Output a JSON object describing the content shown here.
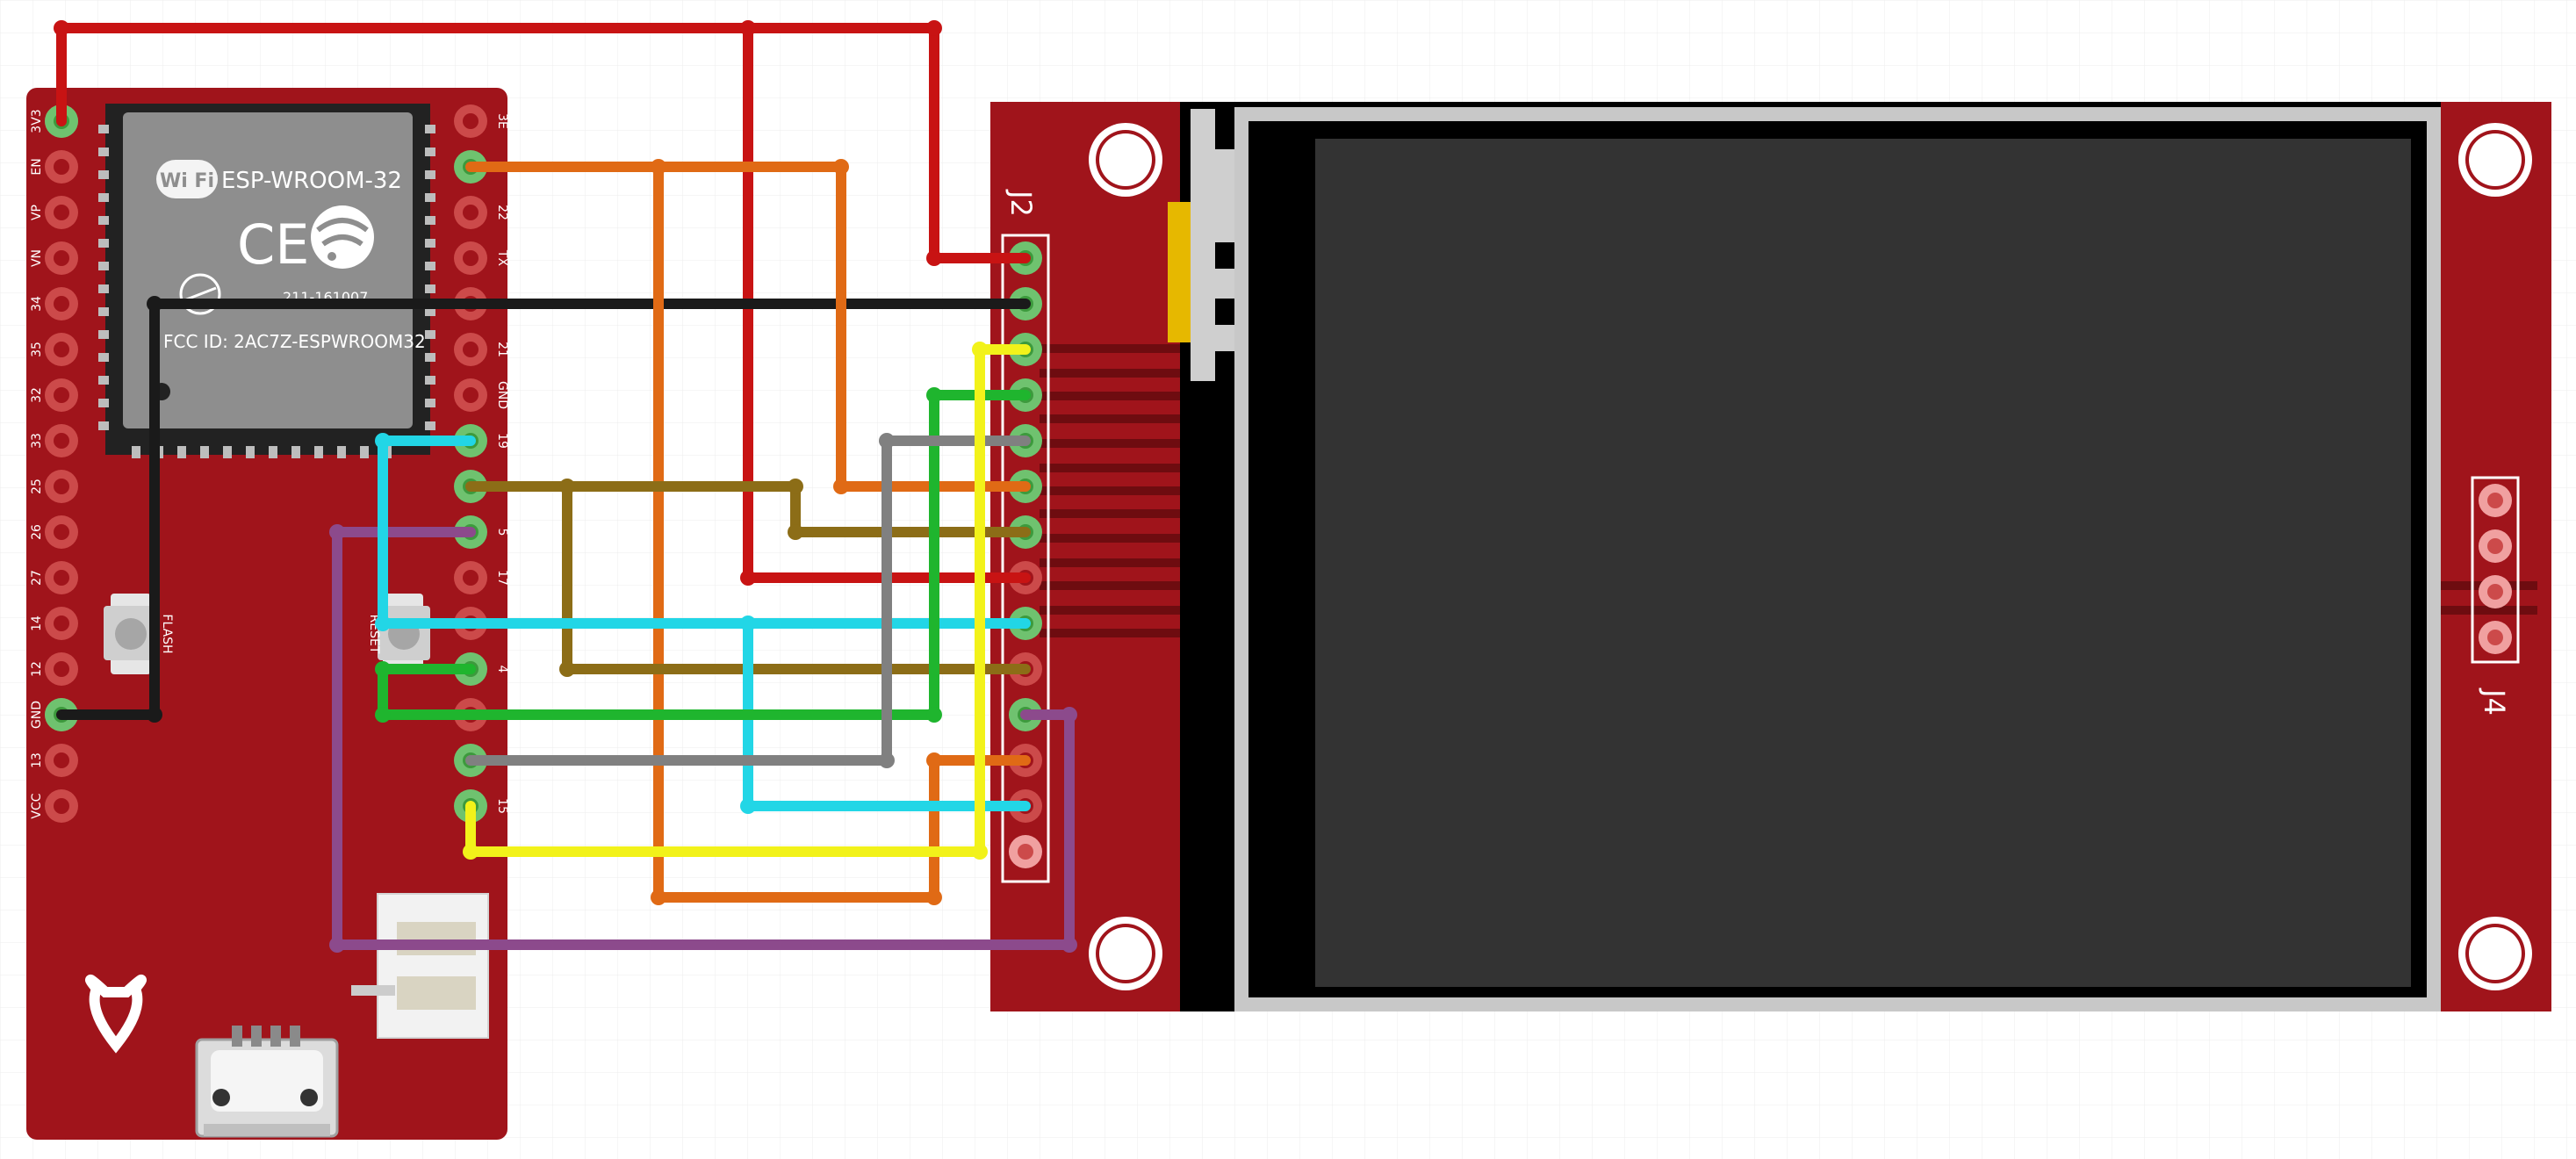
{
  "esp32": {
    "module_name": "ESP-WROOM-32",
    "wifi_text": "Wi Fi",
    "ce_mark": "CE",
    "cert_id": "211-161007",
    "fcc_id": "FCC ID: 2AC7Z-ESPWROOM32",
    "button_flash": "FLASH",
    "button_reset": "RESET",
    "left_pins": [
      "3V3",
      "EN",
      "VP",
      "VN",
      "34",
      "35",
      "32",
      "33",
      "25",
      "26",
      "27",
      "14",
      "12",
      "GND",
      "13",
      "VCC"
    ],
    "right_pins": [
      "3E",
      "",
      "22",
      "TX",
      "",
      "21",
      "GND",
      "19",
      "",
      "5",
      "17",
      "",
      "4",
      "",
      "",
      "15"
    ]
  },
  "display": {
    "header_label": "J2",
    "side_header_label": "J4"
  },
  "colors": {
    "board_red": "#a0141b",
    "screen": "#333333",
    "wire_red": "#c81313",
    "wire_orange": "#e06a15",
    "wire_black": "#1a1a1a",
    "wire_yellow": "#f2f21a",
    "wire_green": "#1fb52e",
    "wire_gray": "#808080",
    "wire_olive": "#8c6d17",
    "wire_cyan": "#22d6e6",
    "wire_purple": "#8c4a8c"
  }
}
